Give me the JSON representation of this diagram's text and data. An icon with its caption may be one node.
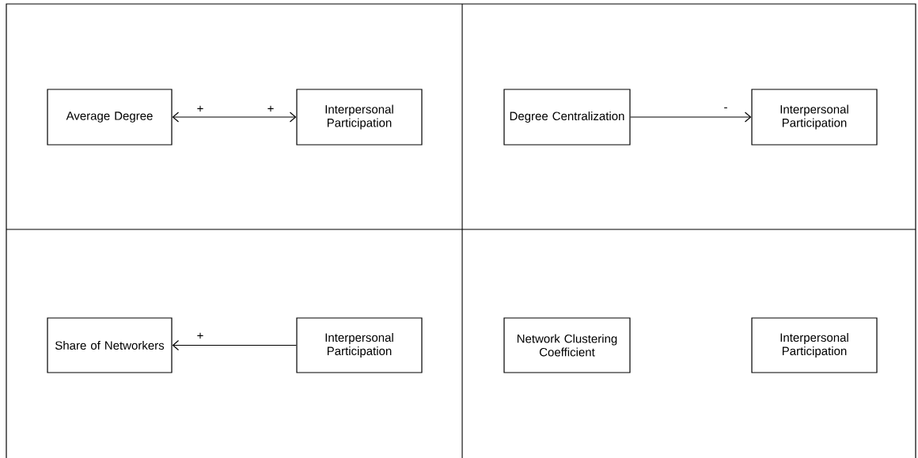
{
  "diagram": {
    "nodes": [
      {
        "text": [
          "Average Degree"
        ]
      },
      {
        "text": [
          "Interpersonal Participation"
        ]
      },
      {
        "text": [
          "Degree Centralization"
        ]
      },
      {
        "text": [
          "Interpersonal Participation"
        ]
      },
      {
        "text": [
          "Share of Networkers"
        ]
      },
      {
        "text": [
          "Interpersonal Participation"
        ]
      },
      {
        "text": [
          "Network Clustering Coefficient"
        ]
      },
      {
        "text": [
          "Interpersonal Participation"
        ]
      }
    ],
    "edges": [
      {
        "from": 0,
        "to": 1,
        "arrow": "both",
        "label": "+"
      },
      {
        "from": 2,
        "to": 3,
        "arrow": "to",
        "label": "-"
      },
      {
        "from": 5,
        "to": 4,
        "arrow": "to",
        "label": "+"
      }
    ],
    "labels": [
      "+"
    ]
  }
}
